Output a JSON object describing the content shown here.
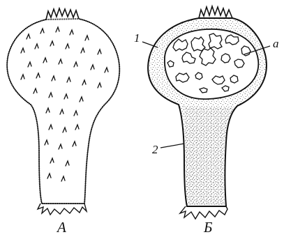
{
  "figure": {
    "caption_left": "А",
    "caption_right": "Б",
    "labels": {
      "one": "1",
      "two": "2",
      "a": "а"
    }
  }
}
